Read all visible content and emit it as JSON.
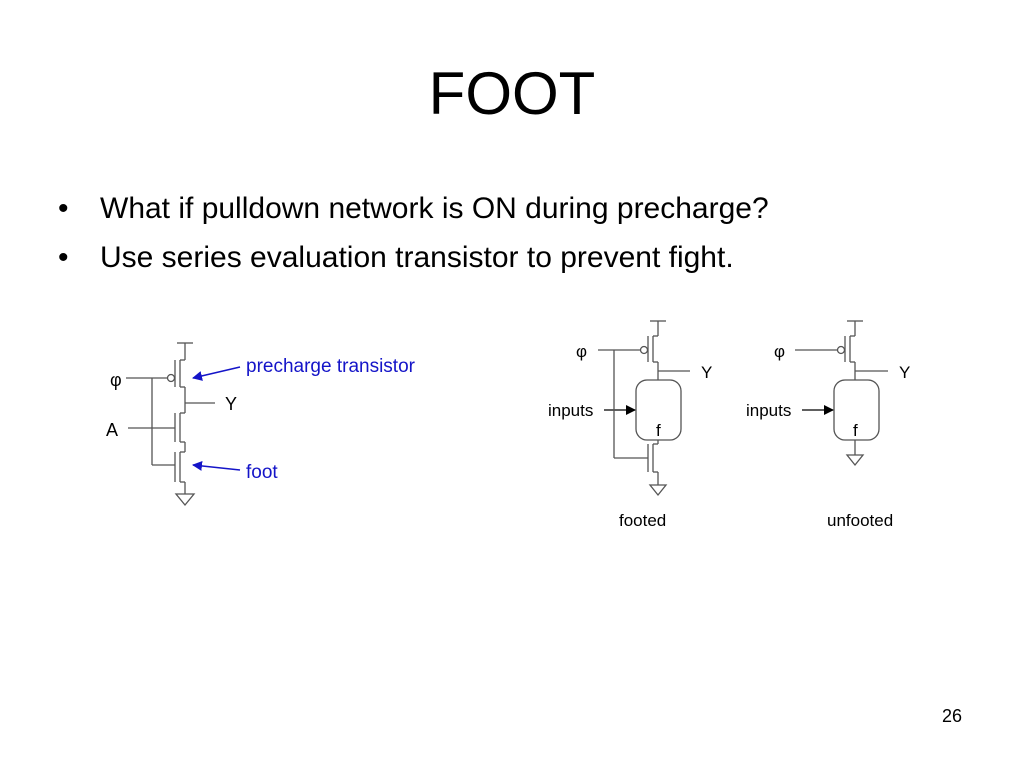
{
  "slide": {
    "title": "FOOT",
    "bullets": [
      "What if pulldown network is ON during precharge?",
      "Use series evaluation transistor to prevent fight."
    ],
    "page_number": "26"
  },
  "diagram_left": {
    "phi": "φ",
    "input_a": "A",
    "output": "Y",
    "annotation_precharge": "precharge transistor",
    "annotation_foot": "foot",
    "annotation_color": "#1414c8"
  },
  "diagram_footed": {
    "phi": "φ",
    "output": "Y",
    "inputs": "inputs",
    "block": "f",
    "caption": "footed"
  },
  "diagram_unfooted": {
    "phi": "φ",
    "output": "Y",
    "inputs": "inputs",
    "block": "f",
    "caption": "unfooted"
  }
}
